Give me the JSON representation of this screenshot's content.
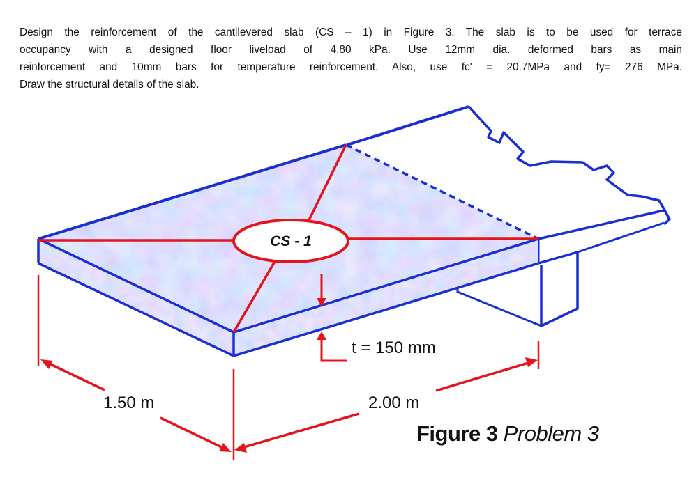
{
  "problem": {
    "lines": [
      "Design the reinforcement of the cantilevered slab (CS – 1) in Figure 3. The slab is to be used for terrace",
      "occupancy with a designed  floor  liveload  of  4.80 kPa.  Use  12mm dia. deformed  bars  as  main",
      "reinforcement  and  10mm  bars  for temperature reinforcement. Also, use fc' = 20.7MPa and fy= 276 MPa.",
      "Draw the structural details of the slab."
    ]
  },
  "diagram": {
    "slab_label": "CS - 1",
    "thickness_label": "t = 150 mm",
    "dim_width_label": "1.50 m",
    "dim_length_label": "2.00 m"
  },
  "caption": {
    "figure": "Figure 3",
    "problem": "Problem 3"
  },
  "colors": {
    "outline": "#1a2fd1",
    "dimension": "#e3141b",
    "slab_fill_light": "#b8d2f7",
    "slab_fill_pink": "#cdb4ee"
  }
}
